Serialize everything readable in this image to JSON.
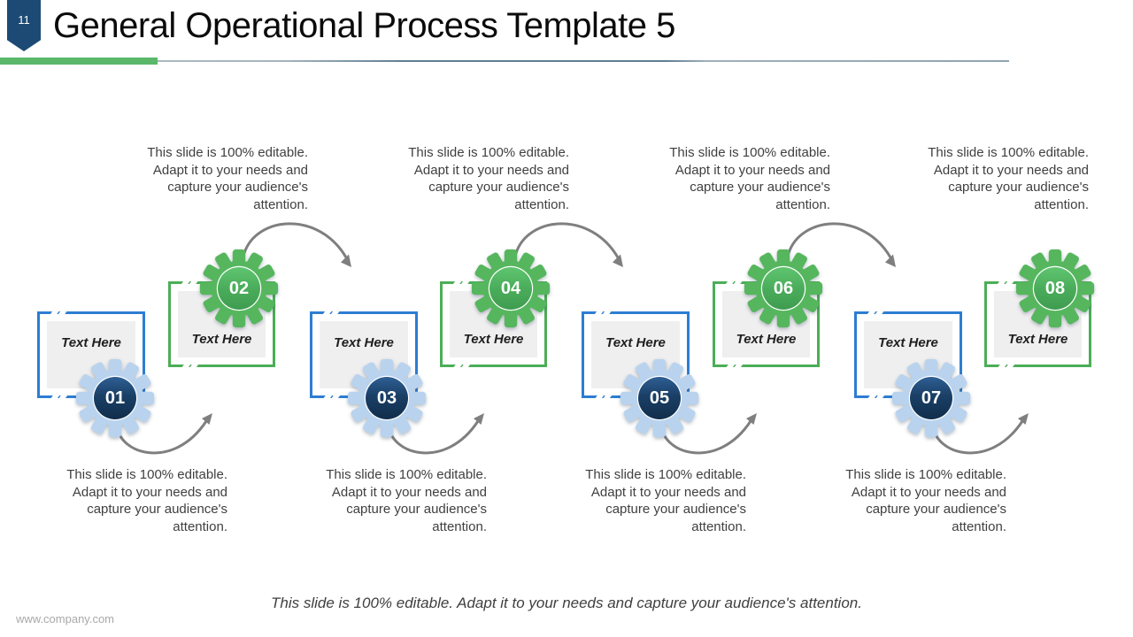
{
  "slide": {
    "number": "11",
    "title": "General Operational Process Template 5",
    "footer_note": "This slide is 100% editable. Adapt it to your needs and capture your audience's attention.",
    "website": "www.company.com"
  },
  "note": {
    "line1": "This slide is 100% editable.",
    "line2": "Adapt it to your needs and",
    "line3": "capture your audience's",
    "line4": "attention."
  },
  "steps": [
    {
      "number": "01",
      "label": "Text Here"
    },
    {
      "number": "02",
      "label": "Text Here"
    },
    {
      "number": "03",
      "label": "Text Here"
    },
    {
      "number": "04",
      "label": "Text Here"
    },
    {
      "number": "05",
      "label": "Text Here"
    },
    {
      "number": "06",
      "label": "Text Here"
    },
    {
      "number": "07",
      "label": "Text Here"
    },
    {
      "number": "08",
      "label": "Text Here"
    }
  ],
  "colors": {
    "accent_blue": "#2d7dd2",
    "accent_green": "#4cae57",
    "navy": "#1c4a74",
    "light_blue_gear": "#b9d3ee",
    "green_gear": "#56b65e",
    "arrow_gray": "#7f7f7f",
    "header_bar_green": "#5bb86a"
  }
}
